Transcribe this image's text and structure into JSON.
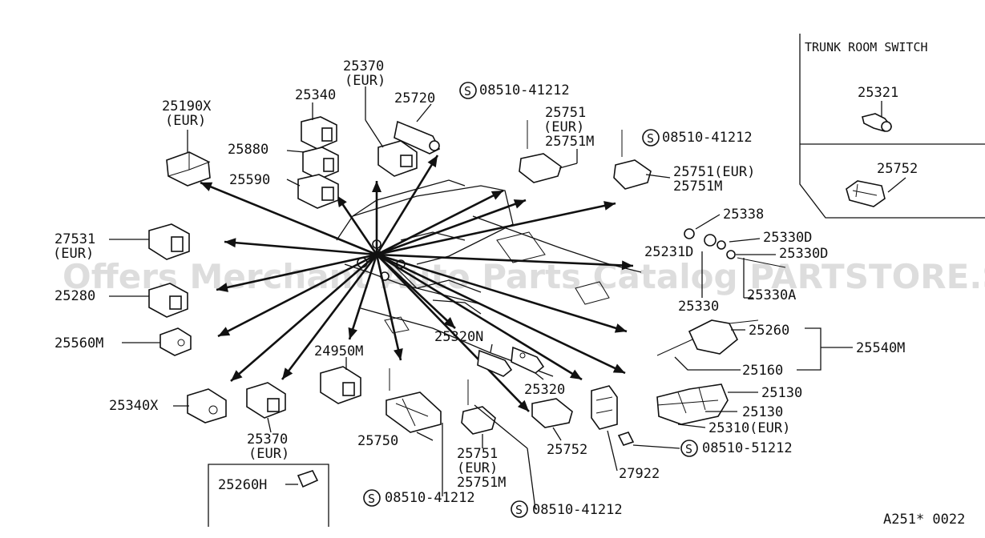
{
  "watermark": "Offers Merchant Auto Parts Catalog PARTSTORE.SA",
  "inset_trunk": {
    "title": "TRUNK ROOM SWITCH",
    "part_a": "25321",
    "part_b": "25752"
  },
  "inset_bottom": {
    "part": "25260H"
  },
  "figure_code": "A251* 0022",
  "screw_symbol": "S",
  "labels": {
    "p25370_top": "25370",
    "p25370_top_eur": "(EUR)",
    "p25340": "25340",
    "p25190x": "25190X",
    "p25190x_eur": "(EUR)",
    "p25880": "25880",
    "p25590": "25590",
    "p25720": "25720",
    "s_top": "08510-41212",
    "p25751_top": "25751",
    "p25751_top_eur": "(EUR)",
    "p25751m_top": "25751M",
    "s_mid": "08510-41212",
    "p25751_eur_right": "25751(EUR)",
    "p25751m_right": "25751M",
    "p25338": "25338",
    "p25231d": "25231D",
    "p25330d_a": "25330D",
    "p25330d_b": "25330D",
    "p25330": "25330",
    "p25330a": "25330A",
    "p27531": "27531",
    "p27531_eur": "(EUR)",
    "p25280": "25280",
    "p25560m": "25560M",
    "p24950m": "24950M",
    "p25320n": "25320N",
    "p25320": "25320",
    "p25260": "25260",
    "p25540m": "25540M",
    "p25160": "25160",
    "p25130_a": "25130",
    "p25130_b": "25130",
    "p25310": "25310(EUR)",
    "s_right": "08510-51212",
    "p25340x": "25340X",
    "p25370_bot": "25370",
    "p25370_bot_eur": "(EUR)",
    "p25750": "25750",
    "p25751_bot": "25751",
    "p25751_bot_eur": "(EUR)",
    "p25751m_bot": "25751M",
    "p25752": "25752",
    "p27922": "27922",
    "s_bot_a": "08510-41212",
    "s_bot_b": "08510-41212"
  }
}
